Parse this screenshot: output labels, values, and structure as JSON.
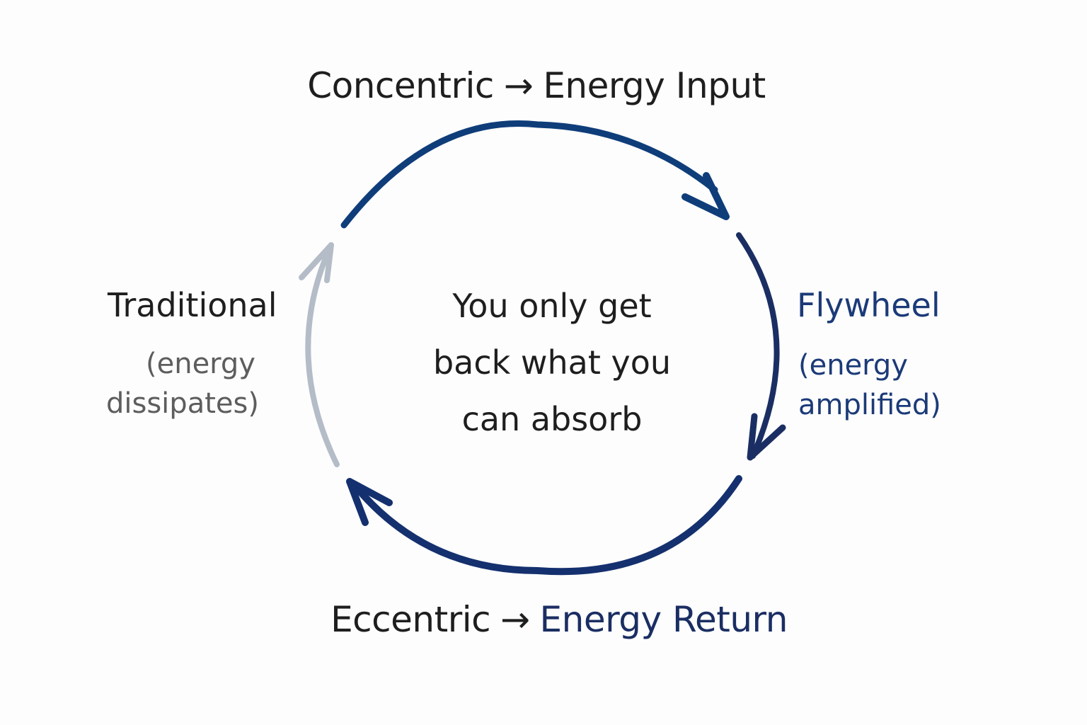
{
  "labels": {
    "top": {
      "left": "Concentric",
      "arrow": "→",
      "right": "Energy Input"
    },
    "bottom": {
      "left": "Eccentric",
      "arrow": "→",
      "right": "Energy Return"
    },
    "center": {
      "line1": "You only get",
      "line2": "back what you",
      "line3": "can absorb"
    },
    "left_side": {
      "title": "Traditional",
      "sub_line1": "(energy",
      "sub_line2": "dissipates)"
    },
    "right_side": {
      "title": "Flywheel",
      "sub_line1": "(energy",
      "sub_line2": "amplified)"
    }
  },
  "colors": {
    "background": "#fdfdfd",
    "text": "#1e1e1e",
    "flywheel_arc": "#0f3d7a",
    "flywheel_text": "#1b3a78",
    "bottom_navy": "#1b2e63",
    "traditional_arc": "#b4bcc8",
    "traditional_text": "#5d5d5d"
  }
}
